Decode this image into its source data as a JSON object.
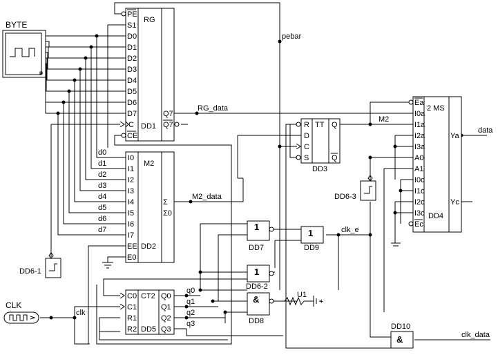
{
  "components": {
    "byte": {
      "label": "BYTE"
    },
    "clk": {
      "label": "CLK"
    },
    "dd1": {
      "type": "RG",
      "name": "DD1",
      "inputs": [
        "PE",
        "S1",
        "D0",
        "D1",
        "D2",
        "D3",
        "D4",
        "D5",
        "D6",
        "D7",
        "C",
        "CE"
      ],
      "outputs": [
        "Q7",
        "Q7"
      ]
    },
    "dd2": {
      "type": "M2",
      "name": "DD2",
      "inputs": [
        "I0",
        "I1",
        "I2",
        "I3",
        "I4",
        "I5",
        "I6",
        "I7",
        "EE",
        "E0"
      ],
      "outputs": [
        "Σ",
        "Σ0"
      ]
    },
    "dd3": {
      "type": "TT",
      "name": "DD3",
      "inputs": [
        "R",
        "D",
        "C",
        "S"
      ],
      "outputs": [
        "Q",
        "Q"
      ]
    },
    "dd4": {
      "type": "2 MS",
      "name": "DD4",
      "inputs": [
        "Ea",
        "I0a",
        "I1a",
        "I2a",
        "I3a",
        "A0",
        "A1",
        "I0c",
        "I1c",
        "I2c",
        "I3c",
        "Ec"
      ],
      "outputs": [
        "Ya",
        "Yc"
      ]
    },
    "dd5": {
      "type": "CT2",
      "name": "DD5",
      "inputs": [
        "C0",
        "C1",
        "R1",
        "R2"
      ],
      "outputs": [
        "Q0",
        "Q1",
        "Q2",
        "Q3"
      ]
    },
    "dd7": {
      "symbol": "1",
      "name": "DD7"
    },
    "dd9": {
      "symbol": "1",
      "name": "DD9"
    },
    "dd6_2": {
      "symbol": "1",
      "name": "DD6-2"
    },
    "dd8": {
      "symbol": "&",
      "name": "DD8"
    },
    "dd10": {
      "symbol": "&",
      "name": "DD10"
    },
    "dd6_1": {
      "name": "DD6-1"
    },
    "dd6_3": {
      "name": "DD6-3"
    },
    "u1": {
      "name": "U1",
      "plus": "+"
    }
  },
  "nets": {
    "pebar": "pebar",
    "rg_data": "RG_data",
    "m2": "M2",
    "m2_data": "M2_data",
    "clk_e": "clk_e",
    "clk": "clk",
    "data": "data",
    "clk_data": "clk_data",
    "d": [
      "d0",
      "d1",
      "d2",
      "d3",
      "d4",
      "d5",
      "d6",
      "d7"
    ],
    "q": [
      "q0",
      "q1",
      "q2",
      "q3"
    ]
  }
}
